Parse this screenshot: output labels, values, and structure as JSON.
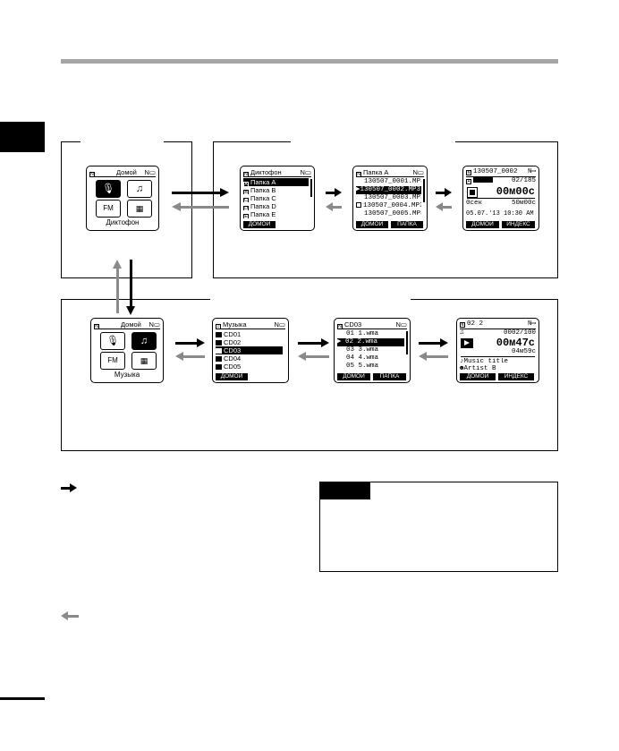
{
  "home_voice": {
    "title": "Домой",
    "caption": "Диктофон",
    "icons": [
      "microphone-icon",
      "music-icon",
      "fm-icon",
      "calendar-icon"
    ]
  },
  "home_music": {
    "title": "Домой",
    "caption": "Музыка"
  },
  "voice_folders": {
    "title": "Диктофон",
    "items": [
      "Папка A",
      "Папка B",
      "Папка C",
      "Папка D",
      "Папка E"
    ],
    "selected": 0,
    "footer_left": "ДОМОЙ"
  },
  "voice_files": {
    "title": "Папка A",
    "items": [
      "130507_0001.MP3",
      "130507_0002.MP3",
      "130507_0003.MP3",
      "130507_0004.MP3",
      "130507_0005.MP3"
    ],
    "selected": 1,
    "footer_left": "ДОМОЙ",
    "footer_right": "ПАПКА"
  },
  "voice_play": {
    "title": "130507_0002",
    "counter": "02/185",
    "time": "00м00с",
    "elapsed": "0сек",
    "total": "50м00с",
    "date": "05.07.'13 10:30 AM",
    "footer_left": "ДОМОЙ",
    "footer_right": "ИНДЕКС"
  },
  "music_folders": {
    "title": "Музыка",
    "items": [
      "CD01",
      "CD02",
      "CD03",
      "CD04",
      "CD05"
    ],
    "selected": 2,
    "footer_left": "ДОМОЙ"
  },
  "music_files": {
    "title": "CD03",
    "items": [
      "01 1.wma",
      "02 2.wma",
      "03 3.wma",
      "04 4.wma",
      "05 5.wma"
    ],
    "selected": 1,
    "footer_left": "ДОМОЙ",
    "footer_right": "ПАПКА"
  },
  "music_play": {
    "title": "02 2",
    "counter": "0002/100",
    "time": "00м47с",
    "total": "04м59с",
    "song": "Music title",
    "artist": "Artist B",
    "footer_left": "ДОМОЙ",
    "footer_right": "ИНДЕКС"
  },
  "colors": {
    "rule": "#a6a6a6",
    "grey_arrow": "#8a8a8a",
    "black": "#000000"
  }
}
